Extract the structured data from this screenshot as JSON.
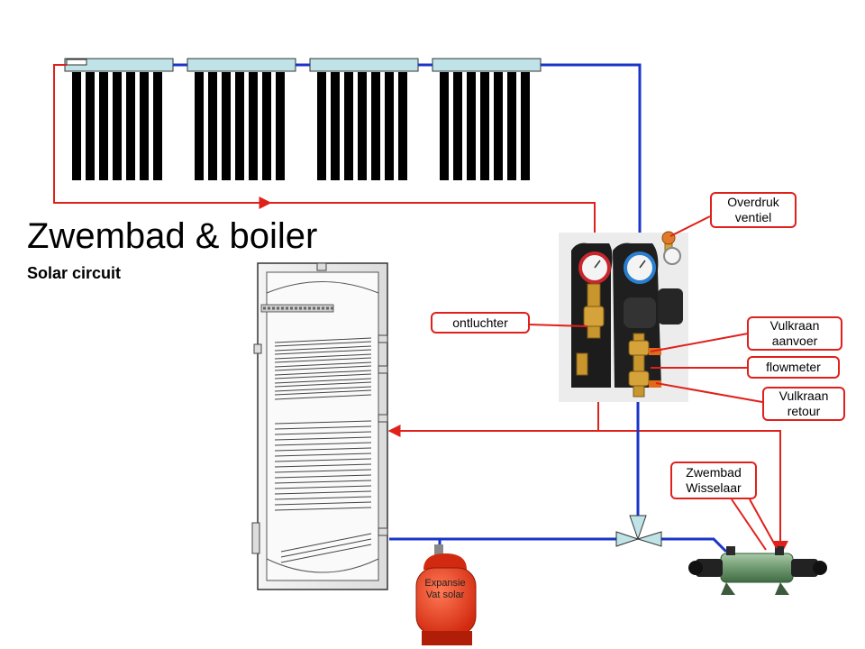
{
  "title": "Zwembad & boiler",
  "subtitle": "Solar circuit",
  "callouts": {
    "overdruk": {
      "line1": "Overdruk",
      "line2": "ventiel"
    },
    "ontluchter": {
      "line1": "ontluchter"
    },
    "vulkraan_aanvoer": {
      "line1": "Vulkraan",
      "line2": "aanvoer"
    },
    "flowmeter": {
      "line1": "flowmeter"
    },
    "vulkraan_retour": {
      "line1": "Vulkraan",
      "line2": "retour"
    },
    "zwembad_wisselaar": {
      "line1": "Zwembad",
      "line2": "Wisselaar"
    }
  },
  "expansion_vessel": {
    "line1": "Expansie",
    "line2": "Vat solar"
  },
  "colors": {
    "supply_hot": "#e0201b",
    "return_cold": "#1a35c8",
    "collector_header": "#bfe3e6",
    "callout_border": "#e0201b"
  },
  "icons": [
    "solar-collector-icon",
    "boiler-tank-icon",
    "pump-station-icon",
    "three-way-valve-icon",
    "heat-exchanger-icon",
    "expansion-vessel-icon"
  ]
}
